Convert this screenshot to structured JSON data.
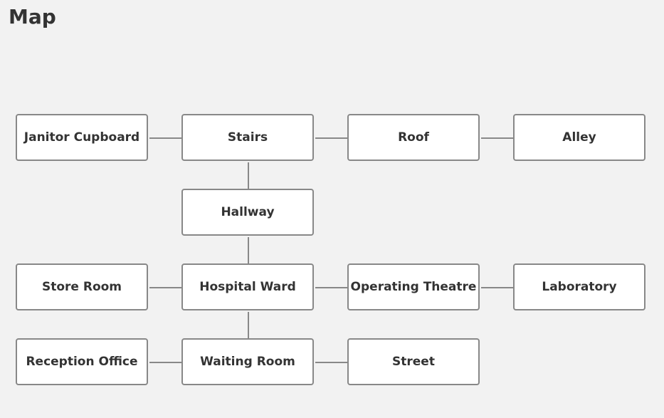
{
  "page": {
    "title": "Map"
  },
  "rooms": {
    "janitor_cupboard": "Janitor Cupboard",
    "stairs": "Stairs",
    "roof": "Roof",
    "alley": "Alley",
    "hallway": "Hallway",
    "store_room": "Store Room",
    "hospital_ward": "Hospital Ward",
    "operating_theatre": "Operating Theatre",
    "laboratory": "Laboratory",
    "reception_office": "Reception Office",
    "waiting_room": "Waiting Room",
    "street": "Street"
  },
  "colors": {
    "background": "#f2f2f2",
    "box_fill": "#ffffff",
    "box_border": "#888888",
    "text": "#333333"
  }
}
